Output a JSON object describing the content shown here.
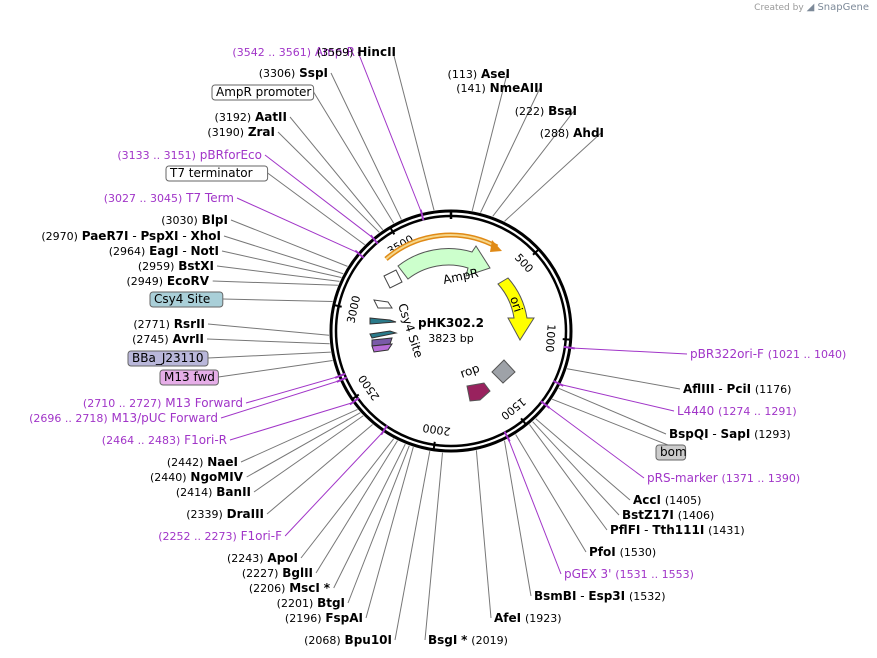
{
  "credit": {
    "text": "Created by",
    "brand": "SnapGene"
  },
  "plasmid": {
    "name": "pHK302.2",
    "length_label": "3823 bp",
    "length": 3823
  },
  "ticks": [
    "500",
    "1000",
    "1500",
    "2000",
    "2500",
    "3000",
    "3500"
  ],
  "features": [
    {
      "name": "AmpR",
      "color": "#ccffcc"
    },
    {
      "name": "ori",
      "color": "#ffff00"
    },
    {
      "name": "rop",
      "color": "#99225e"
    },
    {
      "name": "Csy4 Site",
      "color": "#2a7a8a"
    }
  ],
  "labels": [
    {
      "id": "amp-r-primer",
      "kind": "primer",
      "pos": "(3542 .. 3561)",
      "name": "Amp-R"
    },
    {
      "id": "hincii",
      "kind": "enzyme",
      "name": "HincII",
      "pos": "(3569)"
    },
    {
      "id": "sspi",
      "kind": "enzyme",
      "name": "SspI",
      "pos": "(3306)"
    },
    {
      "id": "asei",
      "kind": "enzyme",
      "name": "AseI",
      "pos": "(113)"
    },
    {
      "id": "ampr-promoter",
      "kind": "box",
      "name": "AmpR promoter",
      "fill": "#ffffff"
    },
    {
      "id": "nmeaiii",
      "kind": "enzyme",
      "name": "NmeAIII",
      "pos": "(141)"
    },
    {
      "id": "bsai",
      "kind": "enzyme",
      "name": "BsaI",
      "pos": "(222)"
    },
    {
      "id": "aatii",
      "kind": "enzyme",
      "name": "AatII",
      "pos": "(3192)"
    },
    {
      "id": "zrai",
      "kind": "enzyme",
      "name": "ZraI",
      "pos": "(3190)"
    },
    {
      "id": "ahdi",
      "kind": "enzyme",
      "name": "AhdI",
      "pos": "(288)"
    },
    {
      "id": "pbrforeco",
      "kind": "primer",
      "pos": "(3133 .. 3151)",
      "name": "pBRforEco"
    },
    {
      "id": "t7-terminator",
      "kind": "box",
      "name": "T7 terminator",
      "fill": "#ffffff"
    },
    {
      "id": "t7-term",
      "kind": "primer",
      "pos": "(3027 .. 3045)",
      "name": "T7 Term"
    },
    {
      "id": "blpi",
      "kind": "enzyme",
      "name": "BlpI",
      "pos": "(3030)"
    },
    {
      "id": "paer7i",
      "kind": "enzyme-multi",
      "pos": "(2970)",
      "names": [
        "PaeR7I",
        "PspXI",
        "XhoI"
      ]
    },
    {
      "id": "eagi",
      "kind": "enzyme-multi",
      "pos": "(2964)",
      "names": [
        "EagI",
        "NotI"
      ]
    },
    {
      "id": "bstxi",
      "kind": "enzyme",
      "name": "BstXI",
      "pos": "(2959)"
    },
    {
      "id": "ecorv",
      "kind": "enzyme",
      "name": "EcoRV",
      "pos": "(2949)"
    },
    {
      "id": "csy4-site",
      "kind": "box",
      "name": "Csy4 Site",
      "fill": "#a9cfd8"
    },
    {
      "id": "rsrii",
      "kind": "enzyme",
      "name": "RsrII",
      "pos": "(2771)"
    },
    {
      "id": "avrii",
      "kind": "enzyme",
      "name": "AvrII",
      "pos": "(2745)"
    },
    {
      "id": "bba-j23110",
      "kind": "box",
      "name": "BBa_J23110",
      "fill": "#b9b7da"
    },
    {
      "id": "pbr322ori-f",
      "kind": "primer-right",
      "name": "pBR322ori-F",
      "pos": "(1021 .. 1040)"
    },
    {
      "id": "m13-fwd",
      "kind": "box",
      "name": "M13 fwd",
      "fill": "#e6aee8"
    },
    {
      "id": "afliii",
      "kind": "enzyme-multi-right",
      "names": [
        "AflIII",
        "PciI"
      ],
      "pos": "(1176)"
    },
    {
      "id": "m13-forward",
      "kind": "primer",
      "pos": "(2710 .. 2727)",
      "name": "M13 Forward"
    },
    {
      "id": "l4440",
      "kind": "primer-right",
      "name": "L4440",
      "pos": "(1274 .. 1291)"
    },
    {
      "id": "m13-puc-forward",
      "kind": "primer",
      "pos": "(2696 .. 2718)",
      "name": "M13/pUC Forward"
    },
    {
      "id": "bspqi",
      "kind": "enzyme-multi-right",
      "names": [
        "BspQI",
        "SapI"
      ],
      "pos": "(1293)"
    },
    {
      "id": "f1ori-r",
      "kind": "primer",
      "pos": "(2464 .. 2483)",
      "name": "F1ori-R"
    },
    {
      "id": "bom",
      "kind": "box",
      "name": "bom",
      "fill": "#cccccc"
    },
    {
      "id": "naei",
      "kind": "enzyme",
      "name": "NaeI",
      "pos": "(2442)"
    },
    {
      "id": "prs-marker",
      "kind": "primer-right",
      "name": "pRS-marker",
      "pos": "(1371 .. 1390)"
    },
    {
      "id": "ngomiv",
      "kind": "enzyme",
      "name": "NgoMIV",
      "pos": "(2440)"
    },
    {
      "id": "banii",
      "kind": "enzyme",
      "name": "BanII",
      "pos": "(2414)"
    },
    {
      "id": "acci",
      "kind": "enzyme-right",
      "name": "AccI",
      "pos": "(1405)"
    },
    {
      "id": "dralll",
      "kind": "enzyme",
      "name": "DraIII",
      "pos": "(2339)"
    },
    {
      "id": "bstz17i",
      "kind": "enzyme-right",
      "name": "BstZ17I",
      "pos": "(1406)"
    },
    {
      "id": "pflfi",
      "kind": "enzyme-multi-right",
      "names": [
        "PflFI",
        "Tth111I"
      ],
      "pos": "(1431)"
    },
    {
      "id": "f1ori-f",
      "kind": "primer",
      "pos": "(2252 .. 2273)",
      "name": "F1ori-F"
    },
    {
      "id": "apoi",
      "kind": "enzyme",
      "name": "ApoI",
      "pos": "(2243)"
    },
    {
      "id": "pfoi",
      "kind": "enzyme-right",
      "name": "PfoI",
      "pos": "(1530)"
    },
    {
      "id": "bglii",
      "kind": "enzyme",
      "name": "BglII",
      "pos": "(2227)"
    },
    {
      "id": "pgex3",
      "kind": "primer-right",
      "name": "pGEX 3'",
      "pos": "(1531 .. 1553)"
    },
    {
      "id": "msci",
      "kind": "enzyme-star",
      "name": "MscI",
      "pos": "(2206)",
      "star": "*"
    },
    {
      "id": "bstgi",
      "kind": "enzyme",
      "name": "BtgI",
      "pos": "(2201)"
    },
    {
      "id": "bsmbi",
      "kind": "enzyme-multi-right",
      "names": [
        "BsmBI",
        "Esp3I"
      ],
      "pos": "(1532)"
    },
    {
      "id": "fspai",
      "kind": "enzyme",
      "name": "FspAI",
      "pos": "(2196)"
    },
    {
      "id": "afei",
      "kind": "enzyme-right",
      "name": "AfeI",
      "pos": "(1923)"
    },
    {
      "id": "bpu10i",
      "kind": "enzyme",
      "name": "Bpu10I",
      "pos": "(2068)"
    },
    {
      "id": "bsgi",
      "kind": "enzyme-star-right",
      "name": "BsgI",
      "pos": "(2019)",
      "star": "*"
    }
  ]
}
